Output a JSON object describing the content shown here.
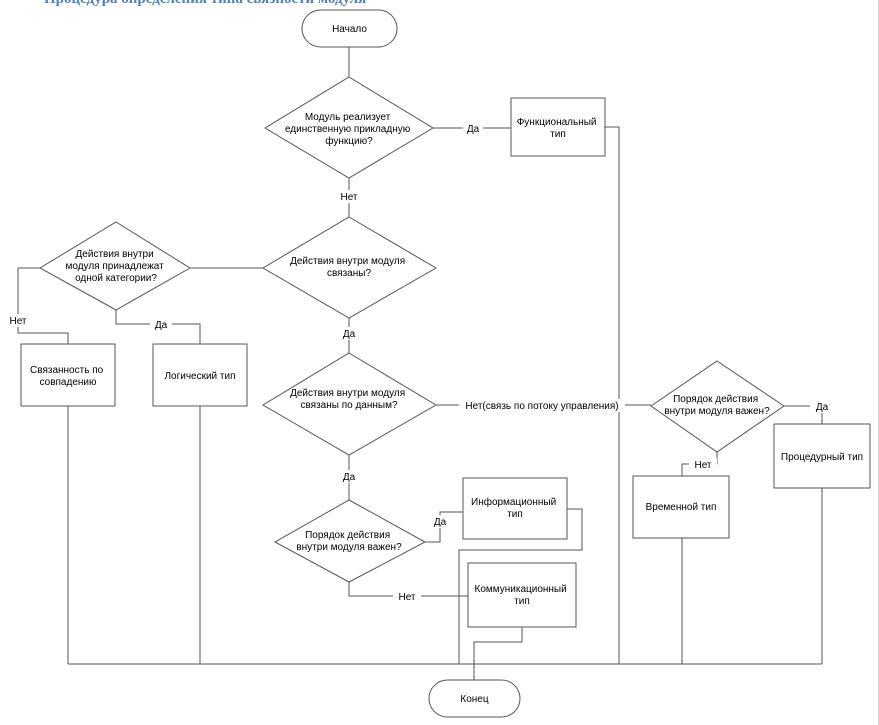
{
  "title": "Процедура определения типа связности модуля",
  "start": "Начало",
  "end": "Конец",
  "decisions": {
    "single_function": [
      "Модуль реализует",
      "единственную прикладную",
      "функцию?"
    ],
    "actions_related": [
      "Действия внутри модуля",
      "связаны?"
    ],
    "same_category": [
      "Действия внутри",
      "модуля принадлежат",
      "одной категории?"
    ],
    "data_related": [
      "Действия внутри модуля",
      "связаны по данным?"
    ],
    "order_left": [
      "Порядок действия",
      "внутри модуля важен?"
    ],
    "order_right": [
      "Порядок действия",
      "внутри модуля важен?"
    ]
  },
  "results": {
    "functional": [
      "Функциональный",
      "тип"
    ],
    "coincidental": [
      "Связанность по",
      "совпадению"
    ],
    "logical": [
      "Логический тип"
    ],
    "informational": [
      "Информационный",
      "тип"
    ],
    "communicational": [
      "Коммуникационный",
      "тип"
    ],
    "temporal": [
      "Временной тип"
    ],
    "procedural": [
      "Процедурный тип"
    ]
  },
  "labels": {
    "yes": "Да",
    "no": "Нет",
    "no_control": "Нет(связь по потоку управления)"
  }
}
